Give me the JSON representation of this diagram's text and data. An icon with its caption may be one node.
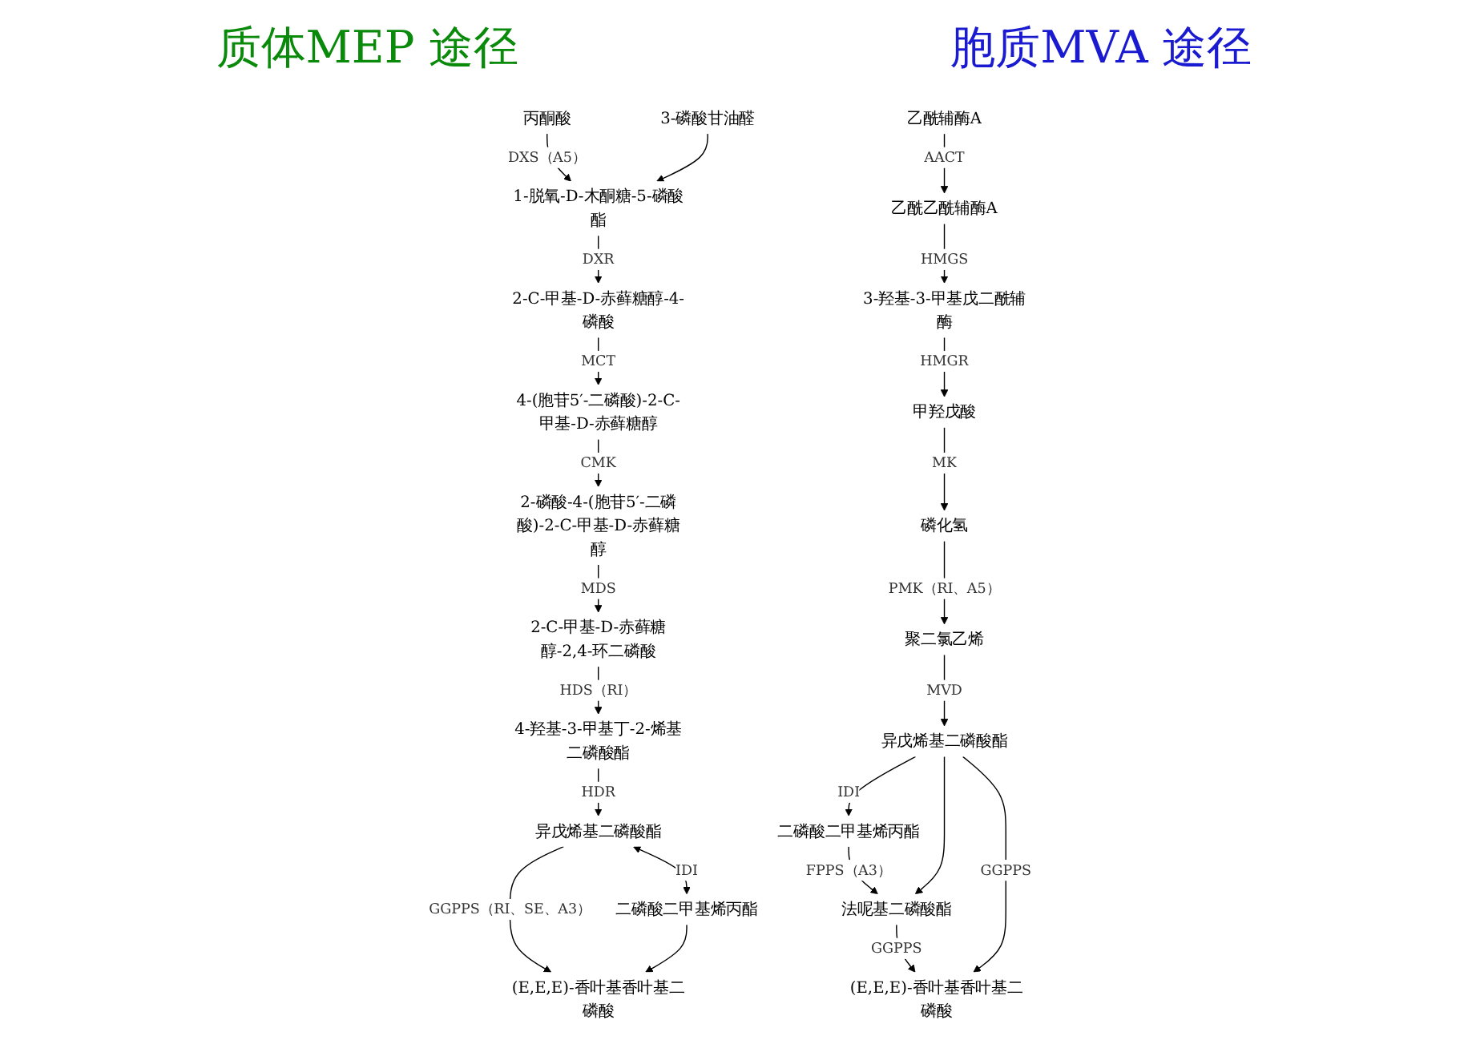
{
  "diagram": {
    "nodes": [
      {
        "text": [
          "丙酮酸"
        ]
      },
      {
        "text": [
          "3-磷酸甘油醛"
        ]
      },
      {
        "text": [
          "1-脱氧-D-木酮糖-5-磷酸酯"
        ]
      },
      {
        "text": [
          "2-C-甲基-D-赤藓糖醇-4-磷酸"
        ]
      },
      {
        "text": [
          "4-(胞苷5′-二磷酸)-2-C-甲基-D-赤藓糖醇"
        ]
      },
      {
        "text": [
          "2-磷酸-4-(胞苷5′-二磷酸)-2-C-甲基-D-赤藓糖醇"
        ]
      },
      {
        "text": [
          "2-C-甲基-D-赤藓糖醇-2,4-环二磷酸"
        ]
      },
      {
        "text": [
          "4-羟基-3-甲基丁-2-烯基二磷酸酯"
        ]
      },
      {
        "text": [
          "异戊烯基二磷酸酯"
        ]
      },
      {
        "text": [
          "二磷酸二甲基烯丙酯"
        ]
      },
      {
        "text": [
          "(E,E,E)-香叶基香叶基二磷酸"
        ]
      },
      {
        "text": [
          "乙酰辅酶A"
        ]
      },
      {
        "text": [
          "乙酰乙酰辅酶A"
        ]
      },
      {
        "text": [
          "3-羟基-3-甲基戊二酰辅酶"
        ]
      },
      {
        "text": [
          "甲羟戊酸"
        ]
      },
      {
        "text": [
          "磷化氢"
        ]
      },
      {
        "text": [
          "聚二氯乙烯"
        ]
      },
      {
        "text": [
          "异戊烯基二磷酸酯"
        ]
      },
      {
        "text": [
          "二磷酸二甲基烯丙酯"
        ]
      },
      {
        "text": [
          "(E,E,E)-香叶基香叶基二磷酸"
        ]
      },
      {
        "text": [
          "法呢基二磷酸酯"
        ]
      }
    ],
    "edges": [
      {
        "from": 0,
        "to": 2,
        "arrow": "to",
        "label": "DXS（A5）"
      },
      {
        "from": 1,
        "to": 2,
        "arrow": "to"
      },
      {
        "from": 2,
        "to": 3,
        "arrow": "to",
        "label": "DXR"
      },
      {
        "from": 3,
        "to": 4,
        "arrow": "to",
        "label": "MCT"
      },
      {
        "from": 4,
        "to": 5,
        "arrow": "to",
        "label": "CMK"
      },
      {
        "from": 5,
        "to": 6,
        "arrow": "to",
        "label": "MDS"
      },
      {
        "from": 6,
        "to": 7,
        "arrow": "to",
        "label": "HDS（RI）"
      },
      {
        "from": 7,
        "to": 8,
        "arrow": "to",
        "label": "HDR"
      },
      {
        "from": 8,
        "to": 9,
        "arrow": "both",
        "label": "IDI"
      },
      {
        "from": 8,
        "to": 10,
        "arrow": "to",
        "label": "GGPPS（RI、SE、A3）"
      },
      {
        "from": 9,
        "to": 10,
        "arrow": "to"
      },
      {
        "from": 11,
        "to": 12,
        "arrow": "to",
        "label": "AACT"
      },
      {
        "from": 12,
        "to": 13,
        "arrow": "to",
        "label": "HMGS"
      },
      {
        "from": 13,
        "to": 14,
        "arrow": "to",
        "label": "HMGR"
      },
      {
        "from": 14,
        "to": 15,
        "arrow": "to",
        "label": "MK"
      },
      {
        "from": 15,
        "to": 16,
        "arrow": "to",
        "label": "PMK（RI、A5）"
      },
      {
        "from": 16,
        "to": 17,
        "arrow": "to",
        "label": "MVD"
      },
      {
        "from": 17,
        "to": 18,
        "arrow": "to",
        "label": "IDI"
      },
      {
        "from": 20,
        "to": 19,
        "arrow": "to",
        "label": "GGPPS"
      },
      {
        "from": 17,
        "to": 19,
        "arrow": "to",
        "label": "GGPPS"
      },
      {
        "from": 18,
        "to": 20,
        "arrow": "to",
        "label": "FPPS（A3）"
      },
      {
        "from": 17,
        "to": 20,
        "arrow": "to"
      }
    ],
    "labels": [
      "质体MEP 途径",
      "胞质MVA 途径"
    ]
  }
}
